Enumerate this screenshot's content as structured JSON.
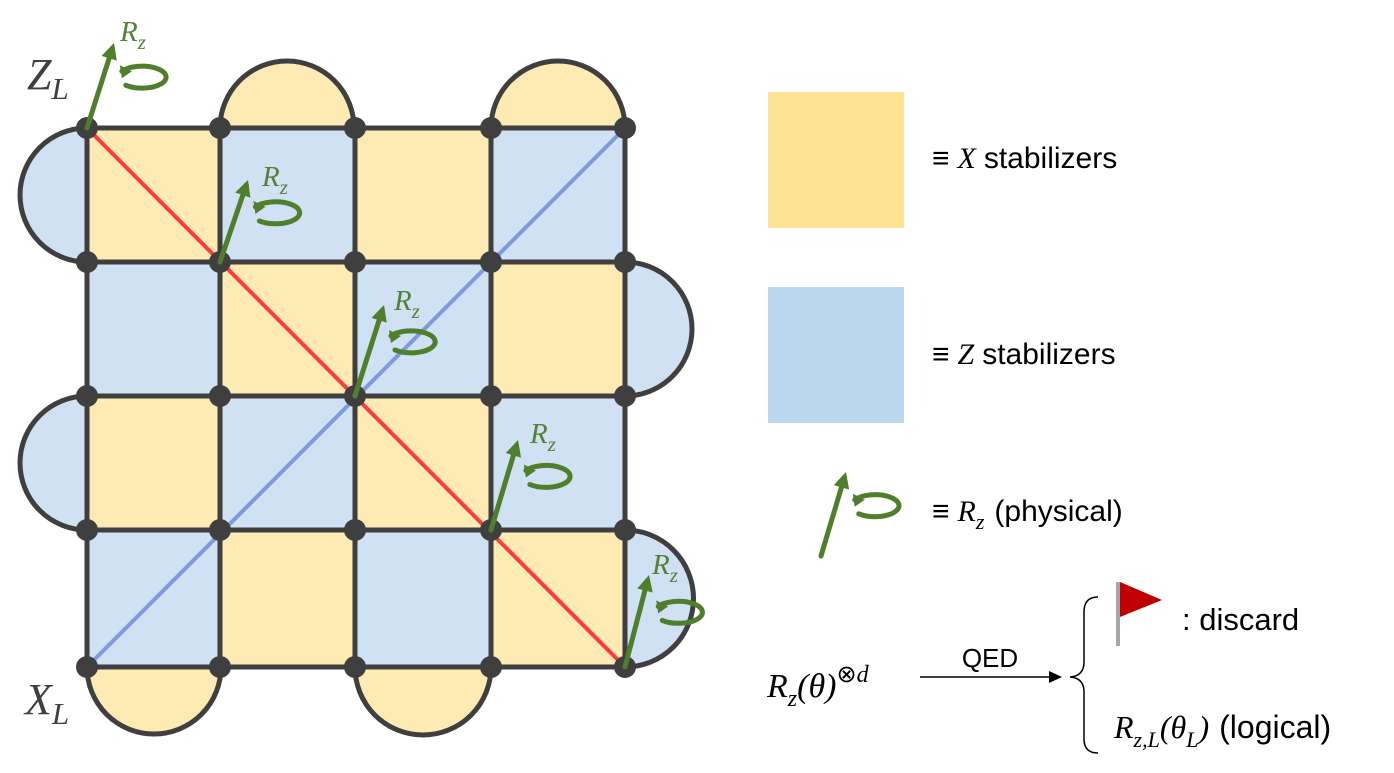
{
  "colors": {
    "x_stabilizer": "#FDEBB3",
    "z_stabilizer": "#CFE1F2",
    "legend_x": "#FDE393",
    "legend_z": "#BDD7EE",
    "grid_line": "#3F3F3F",
    "z_logical_line": "#FF3B3B",
    "x_logical_line": "#7B9BDE",
    "rotation": "#4F7F2A",
    "flag": "#C00000"
  },
  "lattice": {
    "size": 4,
    "face_types": [
      [
        "X",
        "Z",
        "X",
        "Z"
      ],
      [
        "Z",
        "X",
        "Z",
        "X"
      ],
      [
        "X",
        "Z",
        "X",
        "Z"
      ],
      [
        "Z",
        "X",
        "Z",
        "X"
      ]
    ]
  },
  "labels": {
    "z_logical": {
      "main": "Z",
      "sub": "L"
    },
    "x_logical": {
      "main": "X",
      "sub": "L"
    },
    "rz": {
      "main": "R",
      "sub": "z"
    }
  },
  "legend": {
    "equiv": "≡",
    "x_stab": {
      "symbol": "X",
      "text": "stabilizers"
    },
    "z_stab": {
      "symbol": "Z",
      "text": "stabilizers"
    },
    "rz_phys": {
      "main": "R",
      "sub": "z",
      "text": "(physical)"
    }
  },
  "flow": {
    "input": {
      "main": "R",
      "sub": "z",
      "arg": "(θ)",
      "tensor": "⊗",
      "exp": "d"
    },
    "arrow_label": "QED",
    "discard_text": ": discard",
    "logical": {
      "main": "R",
      "sub": "z,L",
      "arg_open": "(θ",
      "arg_sub": "L",
      "arg_close": ")",
      "text": "(logical)"
    }
  }
}
